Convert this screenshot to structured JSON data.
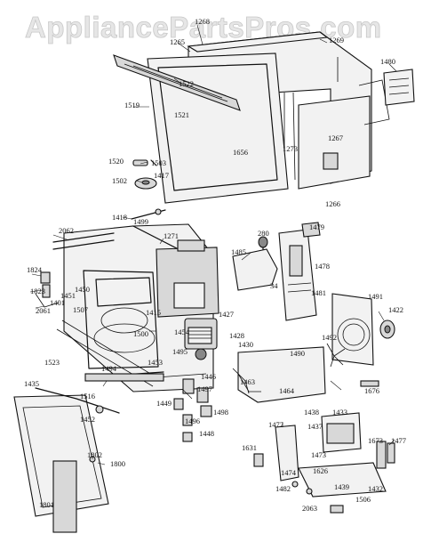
{
  "watermark": "AppliancePartsPros.com",
  "parts": [
    "1268",
    "1265",
    "1269",
    "1522",
    "1480",
    "1519",
    "1521",
    "1656",
    "1273",
    "1267",
    "1266",
    "1520",
    "1503",
    "1417",
    "1502",
    "1418",
    "1499",
    "1271",
    "2062",
    "1485",
    "280",
    "1479",
    "1478",
    "1824",
    "1823",
    "1451",
    "1401",
    "1450",
    "1507",
    "1415",
    "1427",
    "1481",
    "1491",
    "1422",
    "2061",
    "1500",
    "1454",
    "1428",
    "1430",
    "1492",
    "1490",
    "1523",
    "1494",
    "1453",
    "1495",
    "1446",
    "1497",
    "1498",
    "1463",
    "1464",
    "1676",
    "1435",
    "1516",
    "1452",
    "1449",
    "1496",
    "1448",
    "1472",
    "1438",
    "1437",
    "1433",
    "1473",
    "1631",
    "1474",
    "1626",
    "1439",
    "1673",
    "1477",
    "1802",
    "1800",
    "1482",
    "1432",
    "1801",
    "2063",
    "1506",
    "34"
  ]
}
